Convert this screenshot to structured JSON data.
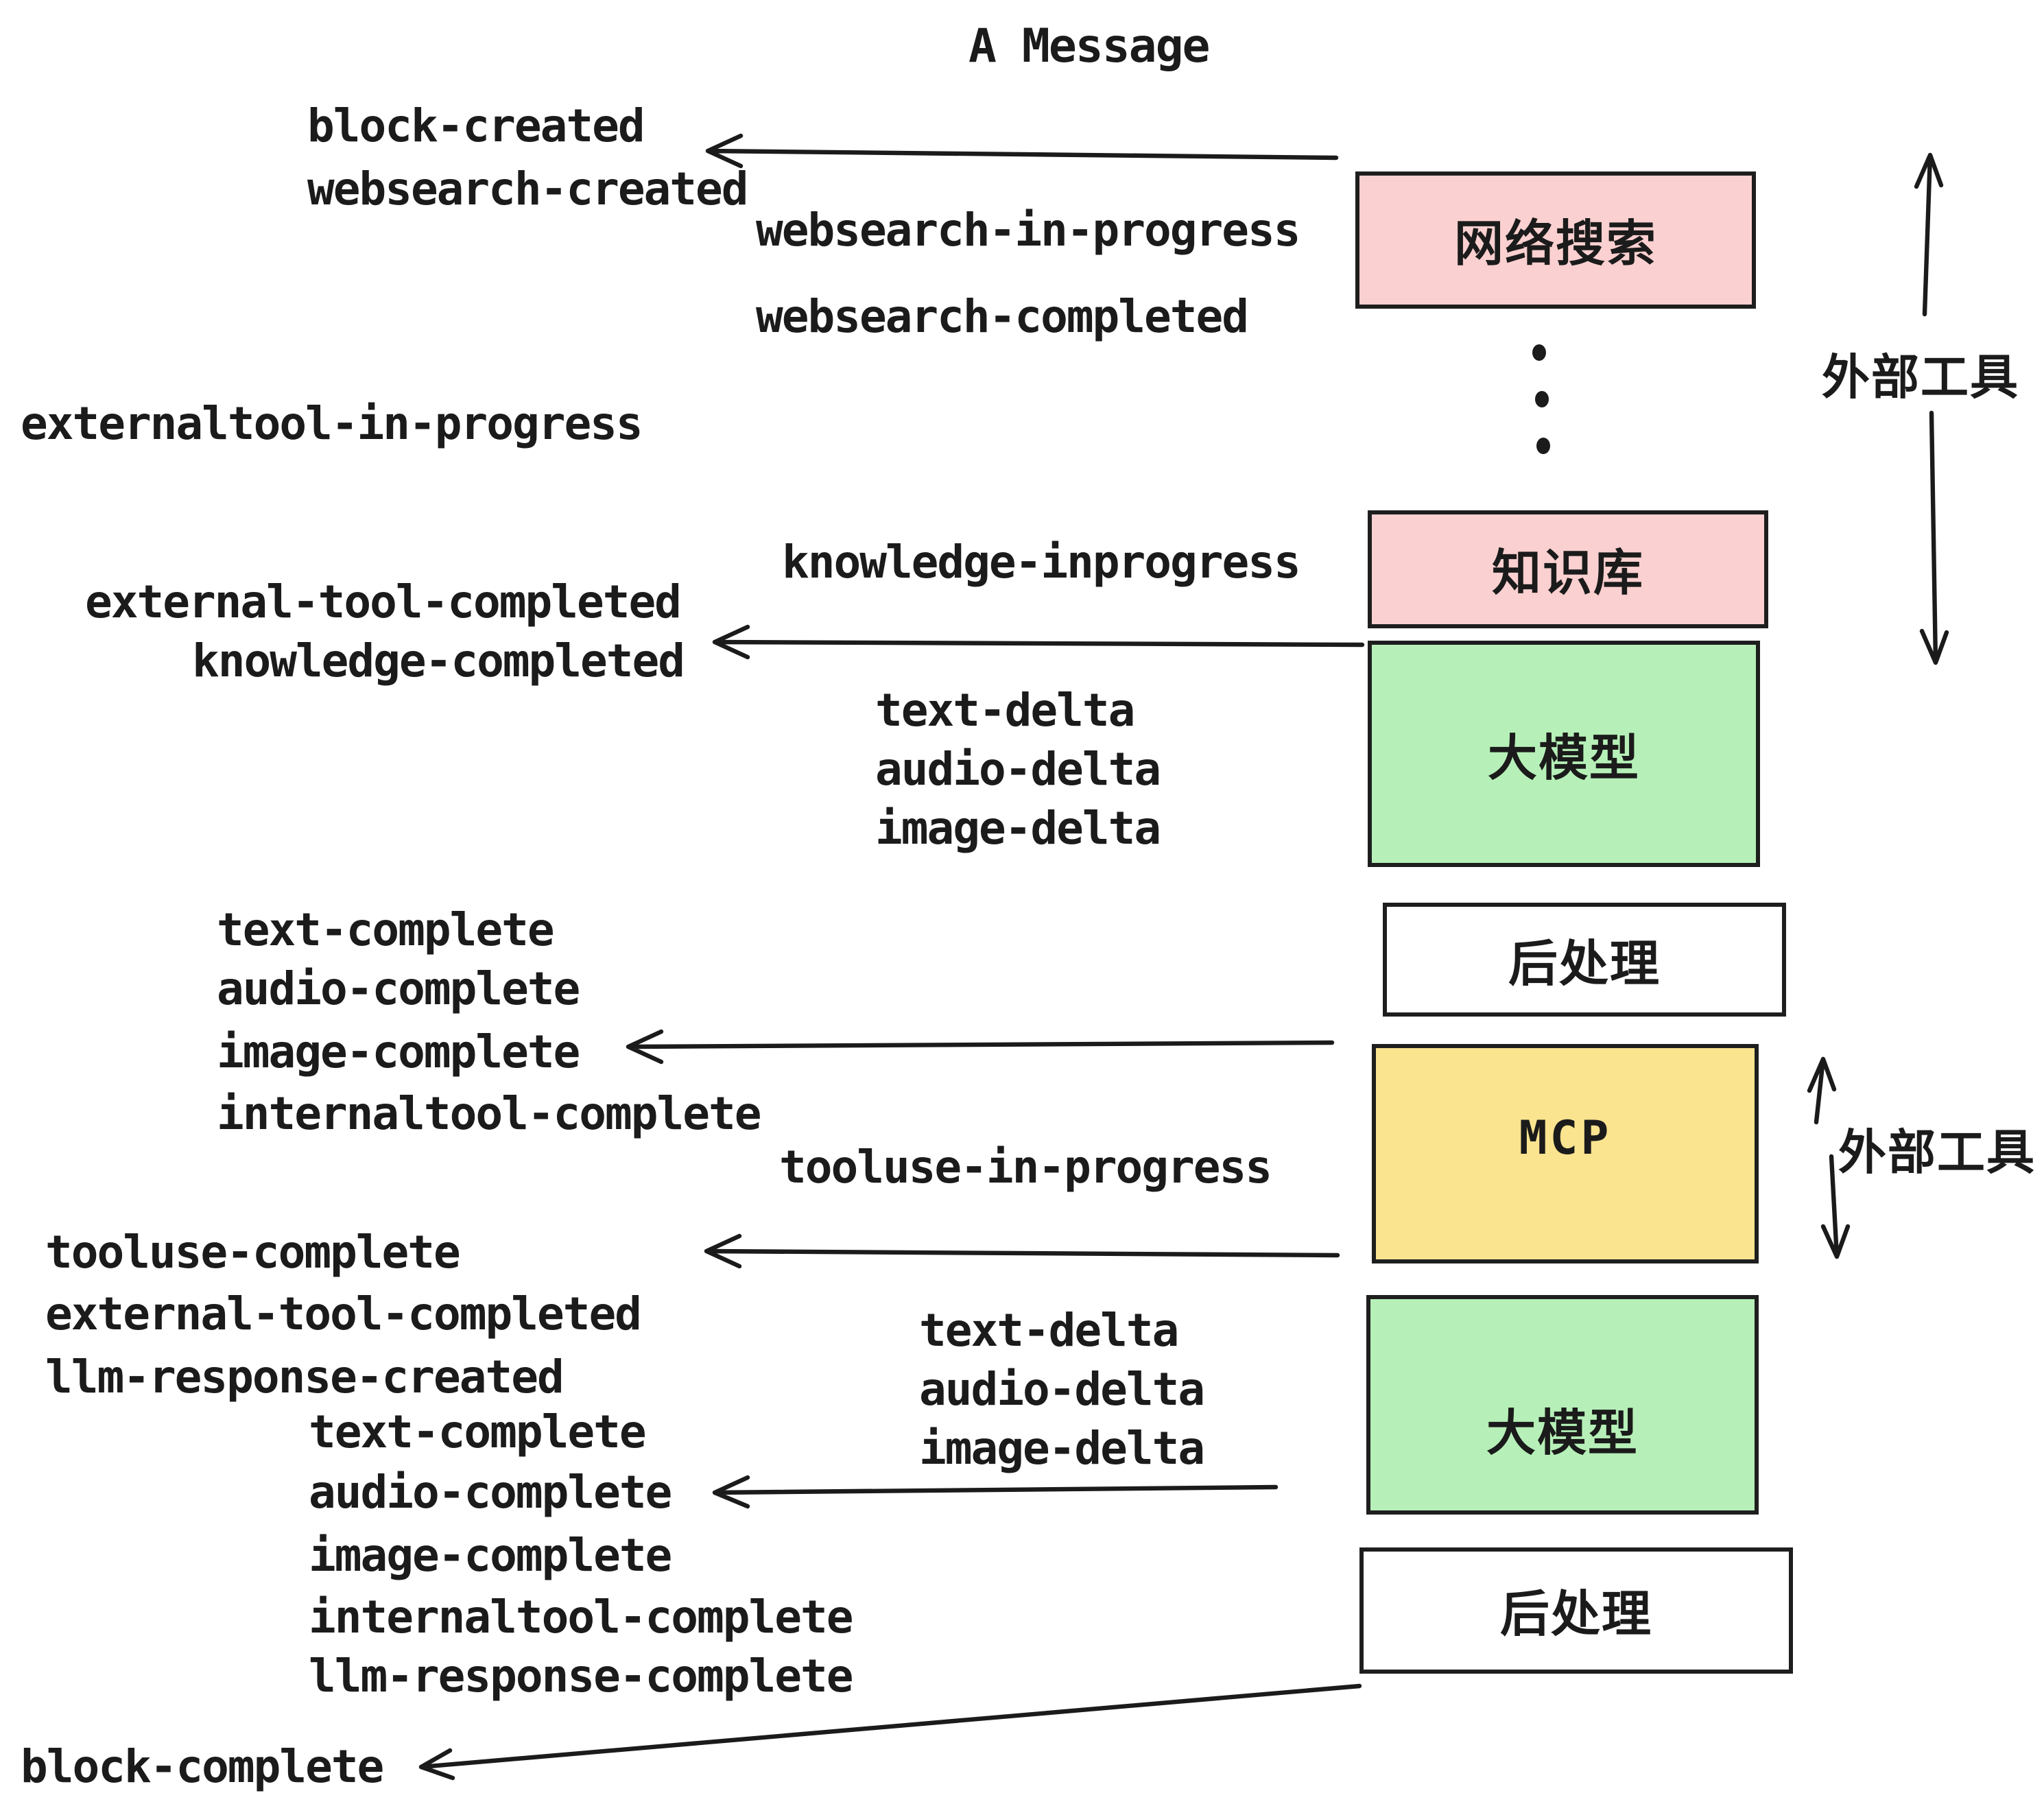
{
  "title": "A Message",
  "colors": {
    "pink": "#FBD0D0",
    "green": "#B6F0B8",
    "yellow": "#FAE48F",
    "white": "#ffffff",
    "line": "#1b1b1b"
  },
  "boxes": [
    {
      "id": "websearch",
      "label": "网络搜索",
      "color": "pink"
    },
    {
      "id": "knowledge",
      "label": "知识库",
      "color": "pink"
    },
    {
      "id": "llm-1",
      "label": "大模型",
      "color": "green"
    },
    {
      "id": "postprocess-1",
      "label": "后处理",
      "color": "white"
    },
    {
      "id": "mcp",
      "label": "MCP",
      "color": "yellow"
    },
    {
      "id": "llm-2",
      "label": "大模型",
      "color": "green"
    },
    {
      "id": "postprocess-2",
      "label": "后处理",
      "color": "white"
    }
  ],
  "side_labels": [
    {
      "text": "外部工具"
    },
    {
      "text": "外部工具"
    }
  ],
  "events": [
    {
      "text": "block-created"
    },
    {
      "text": "websearch-created"
    },
    {
      "text": "websearch-in-progress"
    },
    {
      "text": "websearch-completed"
    },
    {
      "text": "externaltool-in-progress"
    },
    {
      "text": "knowledge-inprogress"
    },
    {
      "text": "external-tool-completed"
    },
    {
      "text": "knowledge-completed"
    },
    {
      "text": "text-delta"
    },
    {
      "text": "audio-delta"
    },
    {
      "text": "image-delta"
    },
    {
      "text": "text-complete"
    },
    {
      "text": "audio-complete"
    },
    {
      "text": "image-complete"
    },
    {
      "text": "internaltool-complete"
    },
    {
      "text": "tooluse-in-progress"
    },
    {
      "text": "tooluse-complete"
    },
    {
      "text": "external-tool-completed"
    },
    {
      "text": "llm-response-created"
    },
    {
      "text": "text-complete"
    },
    {
      "text": "text-delta"
    },
    {
      "text": "audio-delta"
    },
    {
      "text": "image-delta"
    },
    {
      "text": "audio-complete"
    },
    {
      "text": "image-complete"
    },
    {
      "text": "internaltool-complete"
    },
    {
      "text": "llm-response-complete"
    },
    {
      "text": "block-complete"
    }
  ]
}
